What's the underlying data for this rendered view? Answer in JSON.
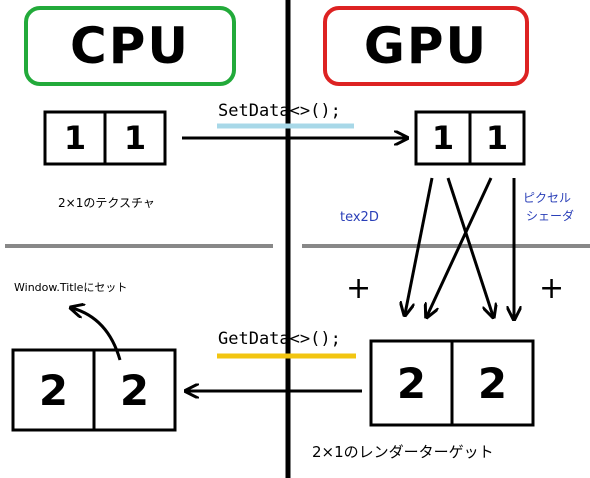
{
  "cpu_header": {
    "label": "CPU",
    "border_color": "#22aa3a"
  },
  "gpu_header": {
    "label": "GPU",
    "border_color": "#dd2222"
  },
  "cpu_texture": {
    "cells": [
      "1",
      "1"
    ],
    "caption": "2×1のテクスチャ"
  },
  "gpu_texture": {
    "cells": [
      "1",
      "1"
    ]
  },
  "cpu_result": {
    "cells": [
      "2",
      "2"
    ],
    "caption": "Window.Titleにセット"
  },
  "render_target": {
    "cells": [
      "2",
      "2"
    ],
    "caption": "2×1のレンダーターゲット"
  },
  "set_data": {
    "label": "SetData<>();",
    "underline_color": "#a8d8e8"
  },
  "get_data": {
    "label": "GetData<>();",
    "underline_color": "#f2c511"
  },
  "tex2d_label": "tex2D",
  "pixel_shader_label": [
    "ピクセル",
    "シェーダ"
  ],
  "plus_left": "+",
  "plus_right": "+",
  "colors": {
    "divider": "#000000",
    "separator": "#888888",
    "label_blue": "#2a3fb8"
  }
}
